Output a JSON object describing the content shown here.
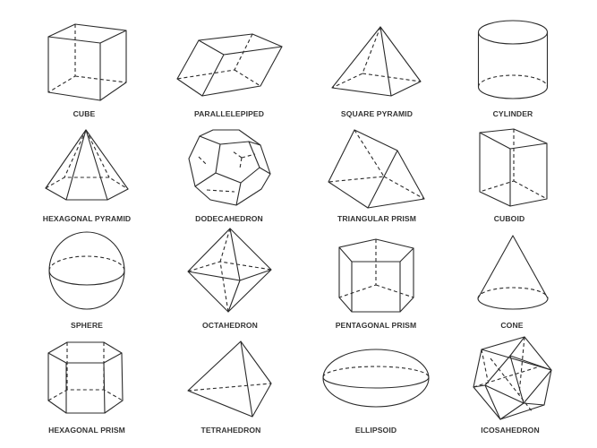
{
  "shapes": {
    "cube": "CUBE",
    "parallelepiped": "PARALLELEPIPED",
    "square_pyramid": "SQUARE PYRAMID",
    "cylinder": "CYLINDER",
    "hexagonal_pyramid": "HEXAGONAL PYRAMID",
    "dodecahedron": "DODECAHEDRON",
    "triangular_prism": "TRIANGULAR PRISM",
    "cuboid": "CUBOID",
    "sphere": "SPHERE",
    "octahedron": "OCTAHEDRON",
    "pentagonal_prism": "PENTAGONAL PRISM",
    "cone": "CONE",
    "hexagonal_prism": "HEXAGONAL PRISM",
    "tetrahedron": "TETRAHEDRON",
    "ellipsoid": "ELLIPSOID",
    "icosahedron": "ICOSAHEDRON"
  },
  "colors": {
    "line": "#2b2b2b",
    "label": "#333333",
    "background": "#ffffff"
  }
}
